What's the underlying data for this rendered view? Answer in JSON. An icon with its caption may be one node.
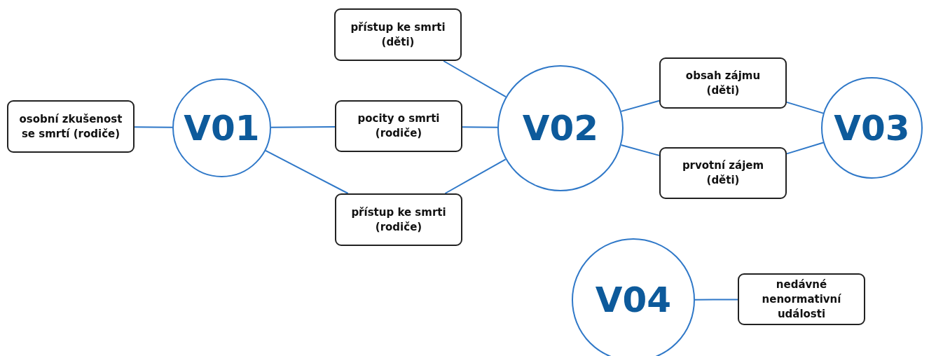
{
  "diagram": {
    "nodes": [
      {
        "text": [
          "osobní zkušenost se smrtí (rodiče)"
        ]
      },
      {
        "text": [
          "V01"
        ]
      },
      {
        "text": [
          "přístup ke smrti (děti)"
        ]
      },
      {
        "text": [
          "pocity o smrti (rodiče)"
        ]
      },
      {
        "text": [
          "přístup ke smrti (rodiče)"
        ]
      },
      {
        "text": [
          "V02"
        ]
      },
      {
        "text": [
          "obsah zájmu (děti)"
        ]
      },
      {
        "text": [
          "prvotní zájem (děti)"
        ]
      },
      {
        "text": [
          "V03"
        ]
      },
      {
        "text": [
          "V04"
        ]
      },
      {
        "text": [
          "nedávné nenormativní události"
        ]
      }
    ],
    "edges": [
      {
        "from": 0,
        "to": 1,
        "arrow": "none"
      },
      {
        "from": 1,
        "to": 3,
        "arrow": "none"
      },
      {
        "from": 1,
        "to": 4,
        "arrow": "none"
      },
      {
        "from": 2,
        "to": 5,
        "arrow": "none"
      },
      {
        "from": 3,
        "to": 5,
        "arrow": "none"
      },
      {
        "from": 4,
        "to": 5,
        "arrow": "none"
      },
      {
        "from": 5,
        "to": 6,
        "arrow": "none"
      },
      {
        "from": 5,
        "to": 7,
        "arrow": "none"
      },
      {
        "from": 6,
        "to": 8,
        "arrow": "none"
      },
      {
        "from": 7,
        "to": 8,
        "arrow": "none"
      },
      {
        "from": 9,
        "to": 10,
        "arrow": "none"
      }
    ]
  }
}
